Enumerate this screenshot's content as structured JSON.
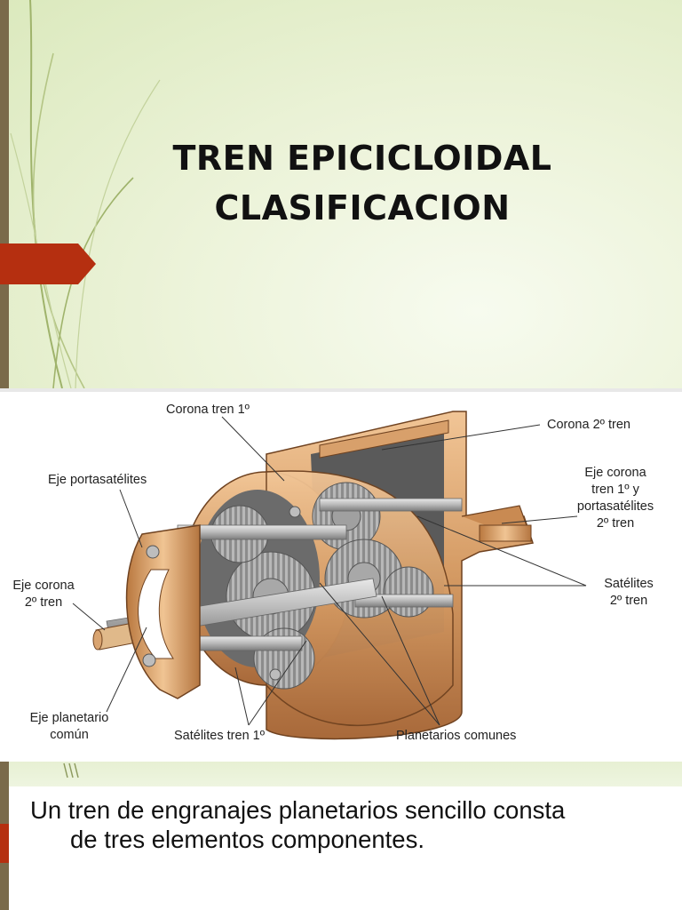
{
  "slide1": {
    "title_line1": "TREN EPICICLOIDAL",
    "title_line2": "CLASIFICACION"
  },
  "diagram": {
    "labels": {
      "corona_tren_1": "Corona tren 1º",
      "corona_2_tren": "Corona 2º tren",
      "eje_portasatelites": "Eje portasatélites",
      "eje_corona_tren1_l1": "Eje corona",
      "eje_corona_tren1_l2": "tren 1º y",
      "eje_corona_tren1_l3": "portasatélites",
      "eje_corona_tren1_l4": "2º tren",
      "eje_corona_2_l1": "Eje corona",
      "eje_corona_2_l2": "2º tren",
      "satelites_2_l1": "Satélites",
      "satelites_2_l2": "2º tren",
      "eje_planetario_l1": "Eje planetario",
      "eje_planetario_l2": "común",
      "satelites_tren_1": "Satélites tren 1º",
      "planetarios_comunes": "Planetarios comunes"
    }
  },
  "slide3": {
    "line1": "Un tren de engranajes planetarios sencillo consta",
    "line2": "de tres elementos componentes."
  },
  "colors": {
    "accent_red": "#b52f10",
    "bronze": "#c98a52",
    "steel": "#9a9a9a"
  }
}
